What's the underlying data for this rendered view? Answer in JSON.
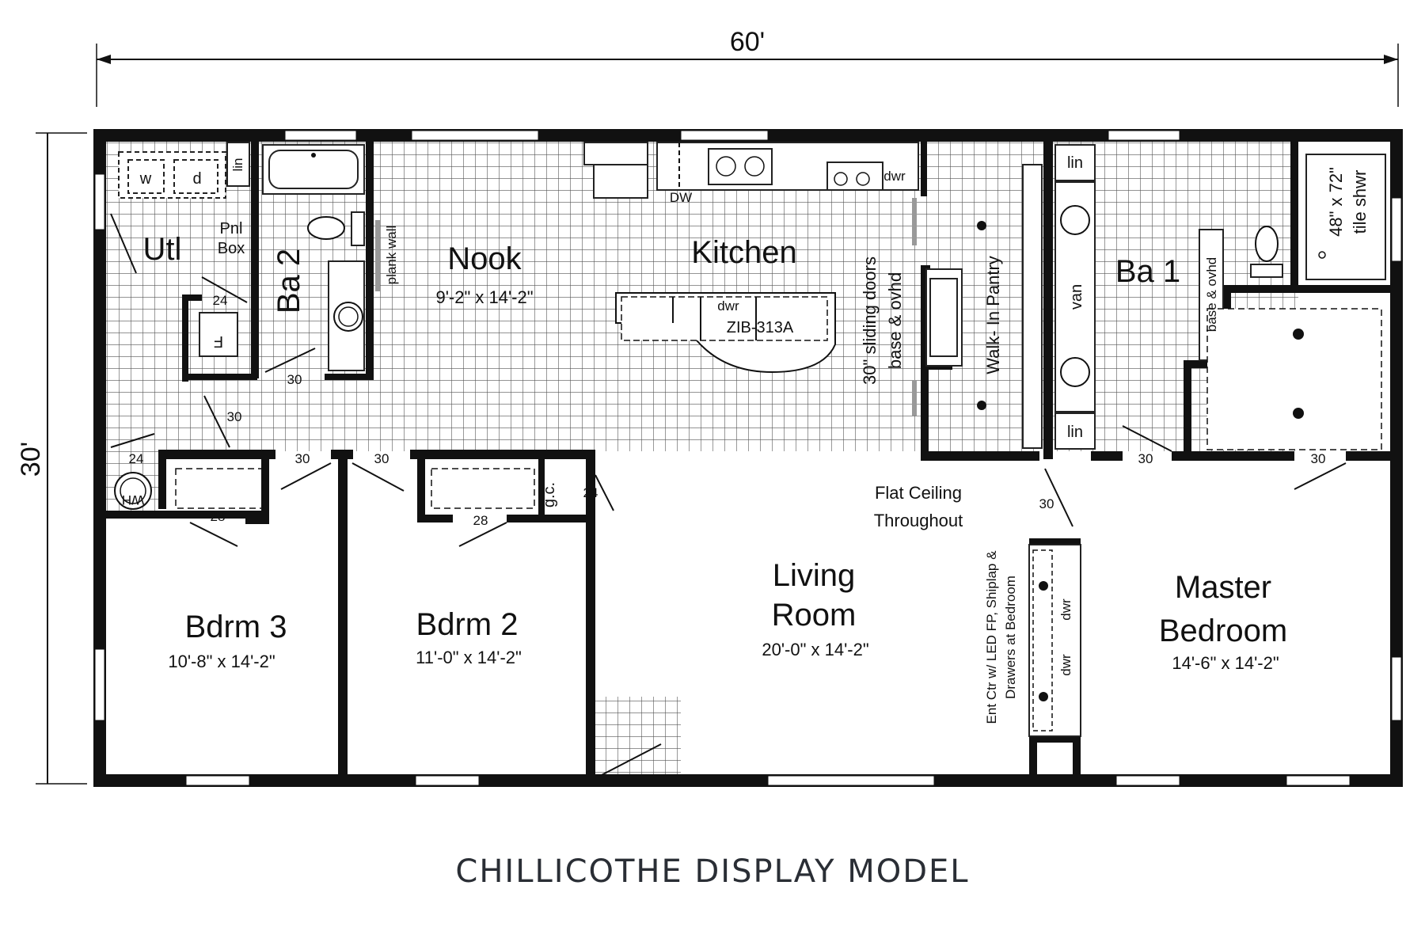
{
  "dimensions": {
    "width": "60'",
    "depth": "30'"
  },
  "rooms": {
    "utl": "Utl",
    "pnl_box": [
      "Pnl",
      "Box"
    ],
    "washer": "w",
    "dryer": "d",
    "furnace": "F",
    "water_heater": "WH",
    "ba2": "Ba 2",
    "plank_wall": "plank wall",
    "nook": "Nook",
    "nook_size": "9'-2\" x 14'-2\"",
    "kitchen": "Kitchen",
    "dw": "DW",
    "island_dwr": "dwr",
    "island_model": "ZIB-313A",
    "range_dwr": "dwr",
    "sliding_doors": [
      "30\" sliding doors",
      "base & ovhd"
    ],
    "pantry": "Walk- In Pantry",
    "ba1": "Ba 1",
    "van": "van",
    "lin": "lin",
    "lin_top": "lin",
    "lin_bottom": "lin",
    "base_ovhd": "base & ovhd",
    "shower": [
      "48\" x 72\"",
      "tile shwr"
    ],
    "bdrm3": "Bdrm 3",
    "bdrm3_size": "10'-8\" x 14'-2\"",
    "bdrm2": "Bdrm 2",
    "bdrm2_size": "11'-0\" x 14'-2\"",
    "living": [
      "Living",
      "Room"
    ],
    "living_size": "20'-0\" x 14'-2\"",
    "flat_ceiling": [
      "Flat Ceiling",
      "Throughout"
    ],
    "ent_ctr": [
      "Ent Ctr w/ LED FP, Shiplap &",
      "Drawers at Bedroom"
    ],
    "ent_dwr": "dwr",
    "gc": "g.c.",
    "master": [
      "Master",
      "Bedroom"
    ],
    "master_size": "14'-6\" x 14'-2\""
  },
  "doors": {
    "d24_furn": "24",
    "d30_ba2": "30",
    "d30_hall": "30",
    "d24_wh": "24",
    "d28_closet3": "28",
    "d30_bd3": "30",
    "d30_bd2": "30",
    "d28_closet2": "28",
    "d24_gc": "24",
    "d30_pantry": "30",
    "d30_living": "30",
    "d30_master": "30"
  },
  "caption": "CHILLICOTHE DISPLAY MODEL"
}
